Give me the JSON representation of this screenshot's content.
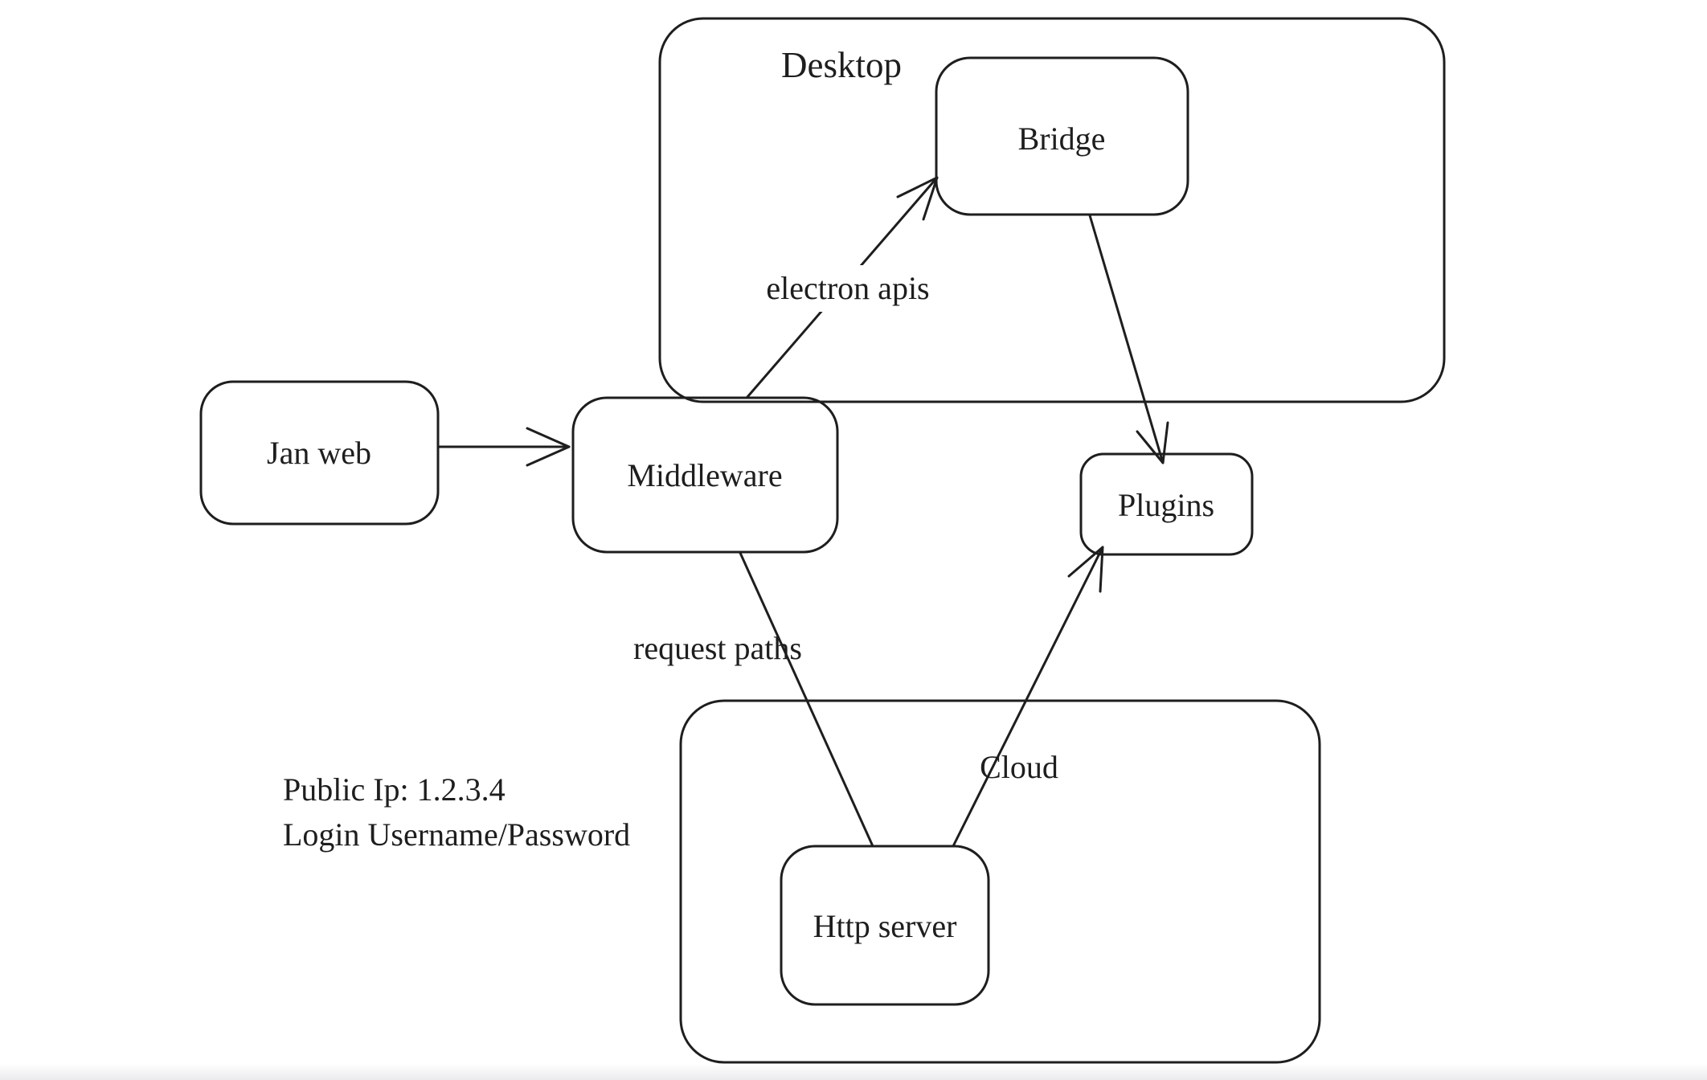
{
  "diagram": {
    "background_color": "#ffffff",
    "stroke_color": "#1e1e1e",
    "style": "hand-drawn-whiteboard",
    "containers": [
      {
        "id": "desktop",
        "label": "Desktop"
      },
      {
        "id": "cloud",
        "label": "Cloud"
      }
    ],
    "nodes": [
      {
        "id": "jan-web",
        "label": "Jan web"
      },
      {
        "id": "middleware",
        "label": "Middleware"
      },
      {
        "id": "bridge",
        "label": "Bridge"
      },
      {
        "id": "plugins",
        "label": "Plugins"
      },
      {
        "id": "http-server",
        "label": "Http server"
      }
    ],
    "edges": [
      {
        "from": "jan-web",
        "to": "middleware",
        "label": "",
        "arrowhead": "end"
      },
      {
        "from": "middleware",
        "to": "bridge",
        "label": "electron apis",
        "arrowhead": "end"
      },
      {
        "from": "bridge",
        "to": "plugins",
        "label": "",
        "arrowhead": "end"
      },
      {
        "from": "middleware",
        "to": "http-server",
        "label": "request paths",
        "arrowhead": "none"
      },
      {
        "from": "http-server",
        "to": "plugins",
        "label": "",
        "arrowhead": "end"
      }
    ],
    "annotations": [
      {
        "text": "Public Ip: 1.2.3.4"
      },
      {
        "text": "Login Username/Password"
      }
    ]
  }
}
